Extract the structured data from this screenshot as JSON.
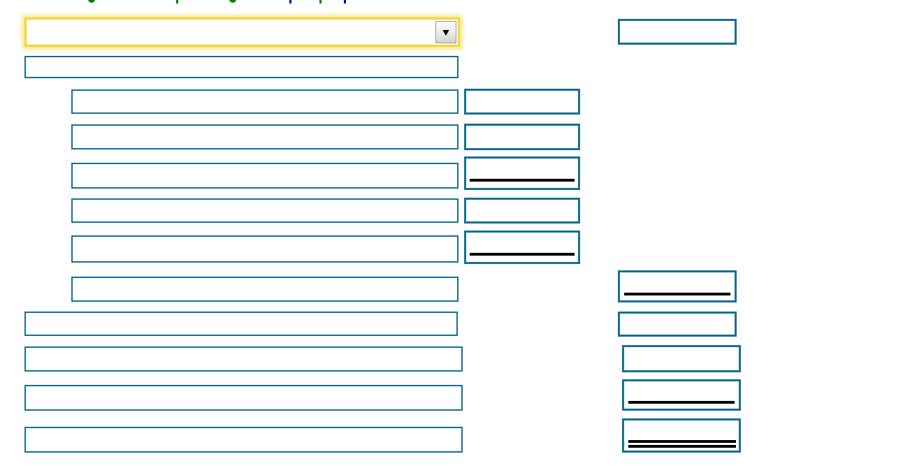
{
  "meta": {
    "clipped_top_text_note": "a text line is cut off at the top edge of the screenshot; only green and blue descender fragments are visible"
  },
  "colors": {
    "background": "#FFFFFF",
    "field_border_teal": "#17718F",
    "focused_field_border_yellow": "#F3D73E",
    "total_rule_black": "#000000",
    "clipped_text_green": "#008000",
    "clipped_text_blue": "#0000CC"
  },
  "icons": {
    "dropdown_arrow": "▼"
  },
  "form": {
    "category_dropdown": {
      "value": "",
      "state": "focused-highlighted"
    },
    "top_right_field": {
      "value": ""
    },
    "section_header_field": {
      "value": ""
    },
    "line_items": [
      {
        "label": "",
        "amount": "",
        "amount_style": "plain"
      },
      {
        "label": "",
        "amount": "",
        "amount_style": "plain"
      },
      {
        "label": "",
        "amount": "",
        "amount_style": "subtotal-single-rule"
      },
      {
        "label": "",
        "amount": "",
        "amount_style": "plain"
      },
      {
        "label": "",
        "amount": "",
        "amount_style": "subtotal-single-rule"
      },
      {
        "label": "",
        "amount": "",
        "amount_style": "subtotal-single-rule"
      }
    ],
    "summary_rows": [
      {
        "label": "",
        "amount": "",
        "amount_style": "plain"
      },
      {
        "label": "",
        "amount": "",
        "amount_style": "plain"
      },
      {
        "label": "",
        "amount": "",
        "amount_style": "subtotal-single-rule"
      },
      {
        "label": "",
        "amount": "",
        "amount_style": "grand-total-double-rule"
      }
    ]
  }
}
